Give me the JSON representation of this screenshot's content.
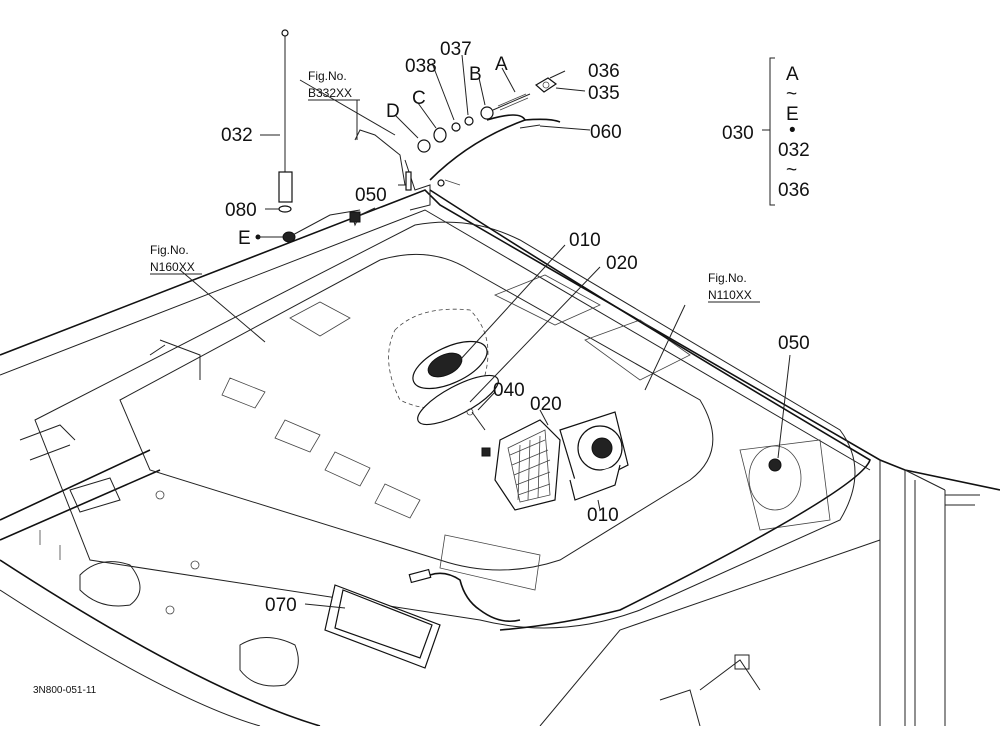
{
  "callouts": {
    "c010a": "010",
    "c010b": "010",
    "c020a": "020",
    "c020b": "020",
    "c030": "030",
    "c032": "032",
    "c035": "035",
    "c036": "036",
    "c037": "037",
    "c038": "038",
    "c040": "040",
    "c050a": "050",
    "c050b": "050",
    "c060": "060",
    "c070": "070",
    "c080": "080",
    "cA": "A",
    "cB": "B",
    "cC": "C",
    "cD": "D",
    "cE": "E"
  },
  "group_030": {
    "line1": "A",
    "line2": "~",
    "line3": "E",
    "line4": "•",
    "line5": "032",
    "line6": "~",
    "line7": "036"
  },
  "figrefs": {
    "b332": {
      "prefix": "Fig.No.",
      "code": "B332XX"
    },
    "n160": {
      "prefix": "Fig.No.",
      "code": "N160XX"
    },
    "n110": {
      "prefix": "Fig.No.",
      "code": "N110XX"
    }
  },
  "drawing_code": "3N800-051-11"
}
